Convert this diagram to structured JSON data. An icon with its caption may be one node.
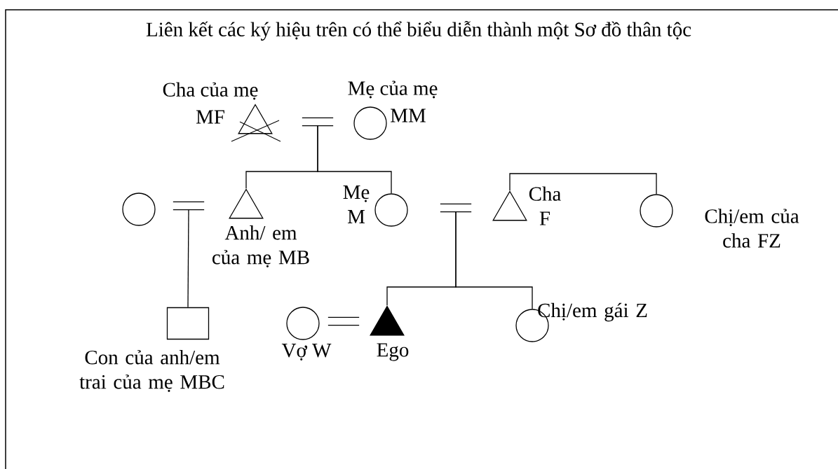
{
  "diagram": {
    "title": "Liên kết các ký hiệu trên có thể biểu diễn thành một Sơ đồ thân tộc",
    "nodes": [
      {
        "text": [],
        "shape": "triangle",
        "beside": [
          "Cha của mẹ",
          "MF"
        ]
      },
      {
        "text": [],
        "shape": "equals"
      },
      {
        "text": [],
        "shape": "circle",
        "beside": [
          "Mẹ của mẹ",
          "MM"
        ]
      },
      {
        "text": [],
        "shape": "circle"
      },
      {
        "text": [],
        "shape": "equals"
      },
      {
        "text": [],
        "shape": "triangle",
        "beside": [
          "Anh/ em của mẹ MB"
        ]
      },
      {
        "text": [],
        "shape": "circle",
        "beside": [
          "Mẹ M"
        ]
      },
      {
        "text": [],
        "shape": "equals"
      },
      {
        "text": [],
        "shape": "triangle",
        "beside": [
          "Cha F"
        ]
      },
      {
        "text": [],
        "shape": "circle",
        "beside": [
          "Chị/em của cha FZ"
        ]
      },
      {
        "text": [],
        "shape": "box",
        "beside": [
          "Con của anh/em trai của mẹ MBC"
        ]
      },
      {
        "text": [],
        "shape": "circle",
        "beside": [
          "Vợ W"
        ]
      },
      {
        "text": [],
        "shape": "equals"
      },
      {
        "text": [],
        "shape": "triangle",
        "beside": [
          "Ego"
        ]
      },
      {
        "text": [],
        "shape": "circle",
        "beside": [
          "Chị/em gái Z"
        ]
      }
    ],
    "edges": [
      {
        "from": 1,
        "to": 5,
        "arrow": "none"
      },
      {
        "from": 1,
        "to": 6,
        "arrow": "none"
      },
      {
        "from": 8,
        "to": 9,
        "arrow": "none"
      },
      {
        "from": 4,
        "to": 10,
        "arrow": "none"
      },
      {
        "from": 7,
        "to": 13,
        "arrow": "none"
      },
      {
        "from": 7,
        "to": 14,
        "arrow": "none"
      }
    ]
  }
}
